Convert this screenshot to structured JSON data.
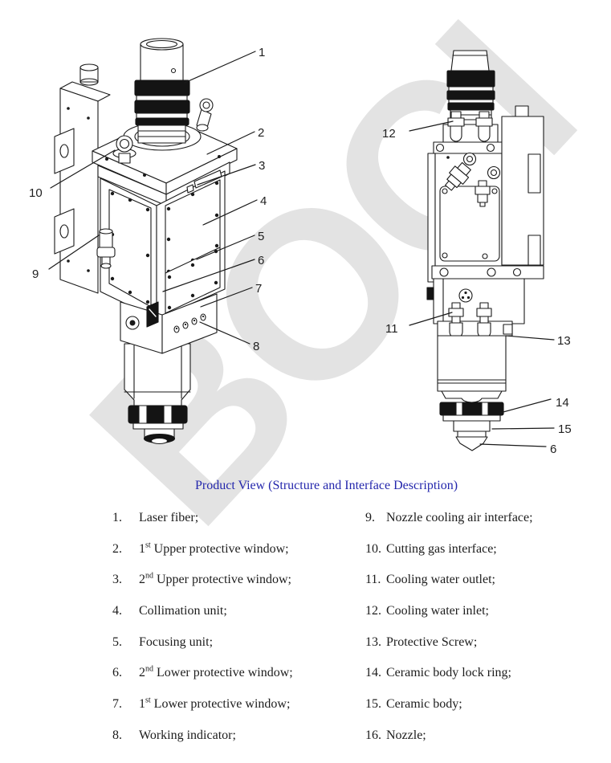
{
  "watermark": {
    "text": "BOCI",
    "color": "#e3e3e3"
  },
  "title": {
    "text": "Product View (Structure and Interface Description)",
    "color": "#2326ac"
  },
  "drawings": {
    "front_view": {
      "description": "isometric view of laser cutting head",
      "callouts": [
        "1",
        "2",
        "3",
        "4",
        "5",
        "6",
        "7",
        "8",
        "9",
        "10"
      ]
    },
    "side_view": {
      "description": "side view of laser cutting head",
      "callouts": [
        "12",
        "11",
        "13",
        "14",
        "15",
        "6"
      ]
    }
  },
  "parts_list": {
    "left": [
      {
        "num": "1.",
        "pre": "Laser fiber;",
        "sup": "",
        "rest": ""
      },
      {
        "num": "2.",
        "pre": "1",
        "sup": "st",
        "rest": " Upper protective window;"
      },
      {
        "num": "3.",
        "pre": "2",
        "sup": "nd",
        "rest": " Upper protective window;"
      },
      {
        "num": "4.",
        "pre": "Collimation unit;",
        "sup": "",
        "rest": ""
      },
      {
        "num": "5.",
        "pre": "Focusing unit;",
        "sup": "",
        "rest": ""
      },
      {
        "num": "6.",
        "pre": "2",
        "sup": "nd",
        "rest": " Lower protective window;"
      },
      {
        "num": "7.",
        "pre": "1",
        "sup": "st",
        "rest": " Lower protective window;"
      },
      {
        "num": "8.",
        "pre": "Working indicator;",
        "sup": "",
        "rest": ""
      }
    ],
    "right": [
      {
        "num": "9.",
        "text": "Nozzle cooling air interface;"
      },
      {
        "num": "10.",
        "text": "Cutting gas interface;"
      },
      {
        "num": "11.",
        "text": "Cooling water outlet;"
      },
      {
        "num": "12.",
        "text": "Cooling water inlet;"
      },
      {
        "num": "13.",
        "text": "Protective Screw;"
      },
      {
        "num": "14.",
        "text": "Ceramic body lock ring;"
      },
      {
        "num": "15.",
        "text": "Ceramic body;"
      },
      {
        "num": "16.",
        "text": "Nozzle;"
      }
    ]
  }
}
